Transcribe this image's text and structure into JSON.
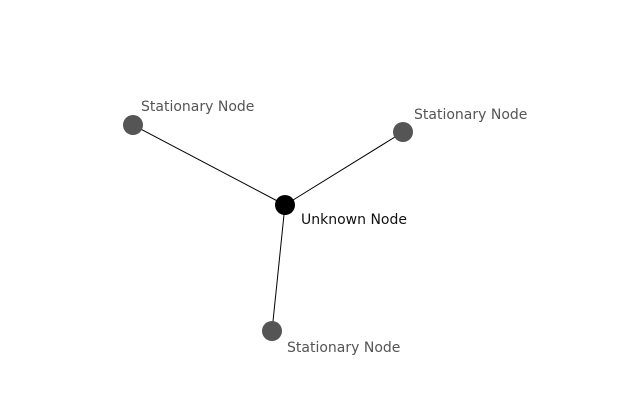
{
  "diagram": {
    "nodes": [
      {
        "label": "Stationary Node",
        "kind": "stationary"
      },
      {
        "label": "Stationary Node",
        "kind": "stationary"
      },
      {
        "label": "Stationary Node",
        "kind": "stationary"
      },
      {
        "label": "Unknown Node",
        "kind": "unknown"
      }
    ],
    "edges": [
      {
        "from": 0,
        "to": 3
      },
      {
        "from": 1,
        "to": 3
      },
      {
        "from": 2,
        "to": 3
      }
    ],
    "colors": {
      "background": "#ffffff",
      "stationary_node": "#555555",
      "stationary_label": "#555555",
      "unknown_node": "#000000",
      "unknown_label": "#111111",
      "edge": "#000000"
    }
  }
}
